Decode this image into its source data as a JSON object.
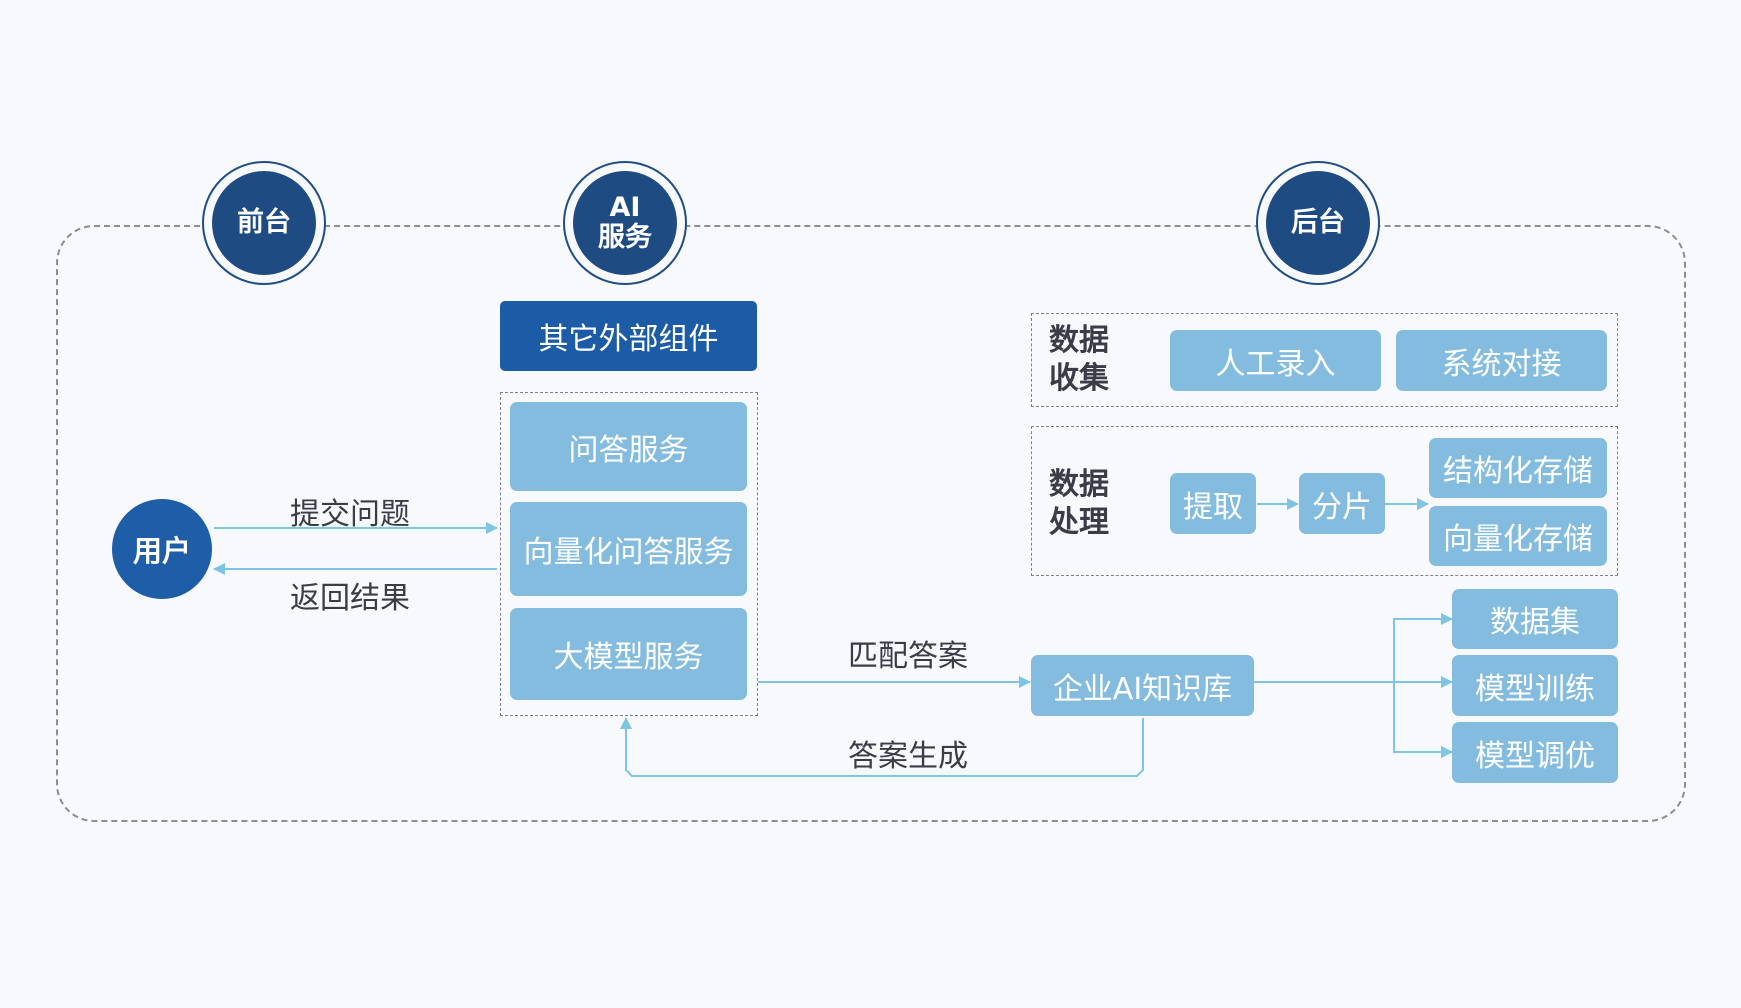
{
  "headers": {
    "frontend": "前台",
    "ai_service_line1": "AI",
    "ai_service_line2": "服务",
    "backend": "后台"
  },
  "user": {
    "label": "用户"
  },
  "flows": {
    "submit_question": "提交问题",
    "return_result": "返回结果",
    "match_answer": "匹配答案",
    "answer_generation": "答案生成"
  },
  "ai_services": {
    "external_components": "其它外部组件",
    "items": [
      "问答服务",
      "向量化问答服务",
      "大模型服务"
    ]
  },
  "backend": {
    "collection": {
      "title_line1": "数据",
      "title_line2": "收集",
      "items": [
        "人工录入",
        "系统对接"
      ]
    },
    "processing": {
      "title_line1": "数据",
      "title_line2": "处理",
      "extract": "提取",
      "split": "分片",
      "storage": [
        "结构化存储",
        "向量化存储"
      ]
    },
    "knowledge_base": "企业AI知识库",
    "outputs": [
      "数据集",
      "模型训练",
      "模型调优"
    ]
  },
  "colors": {
    "dark_navy": "#1e4c82",
    "blue": "#1c5ba5",
    "light_blue": "#84bcdf",
    "arrow": "#7ec4e4"
  }
}
